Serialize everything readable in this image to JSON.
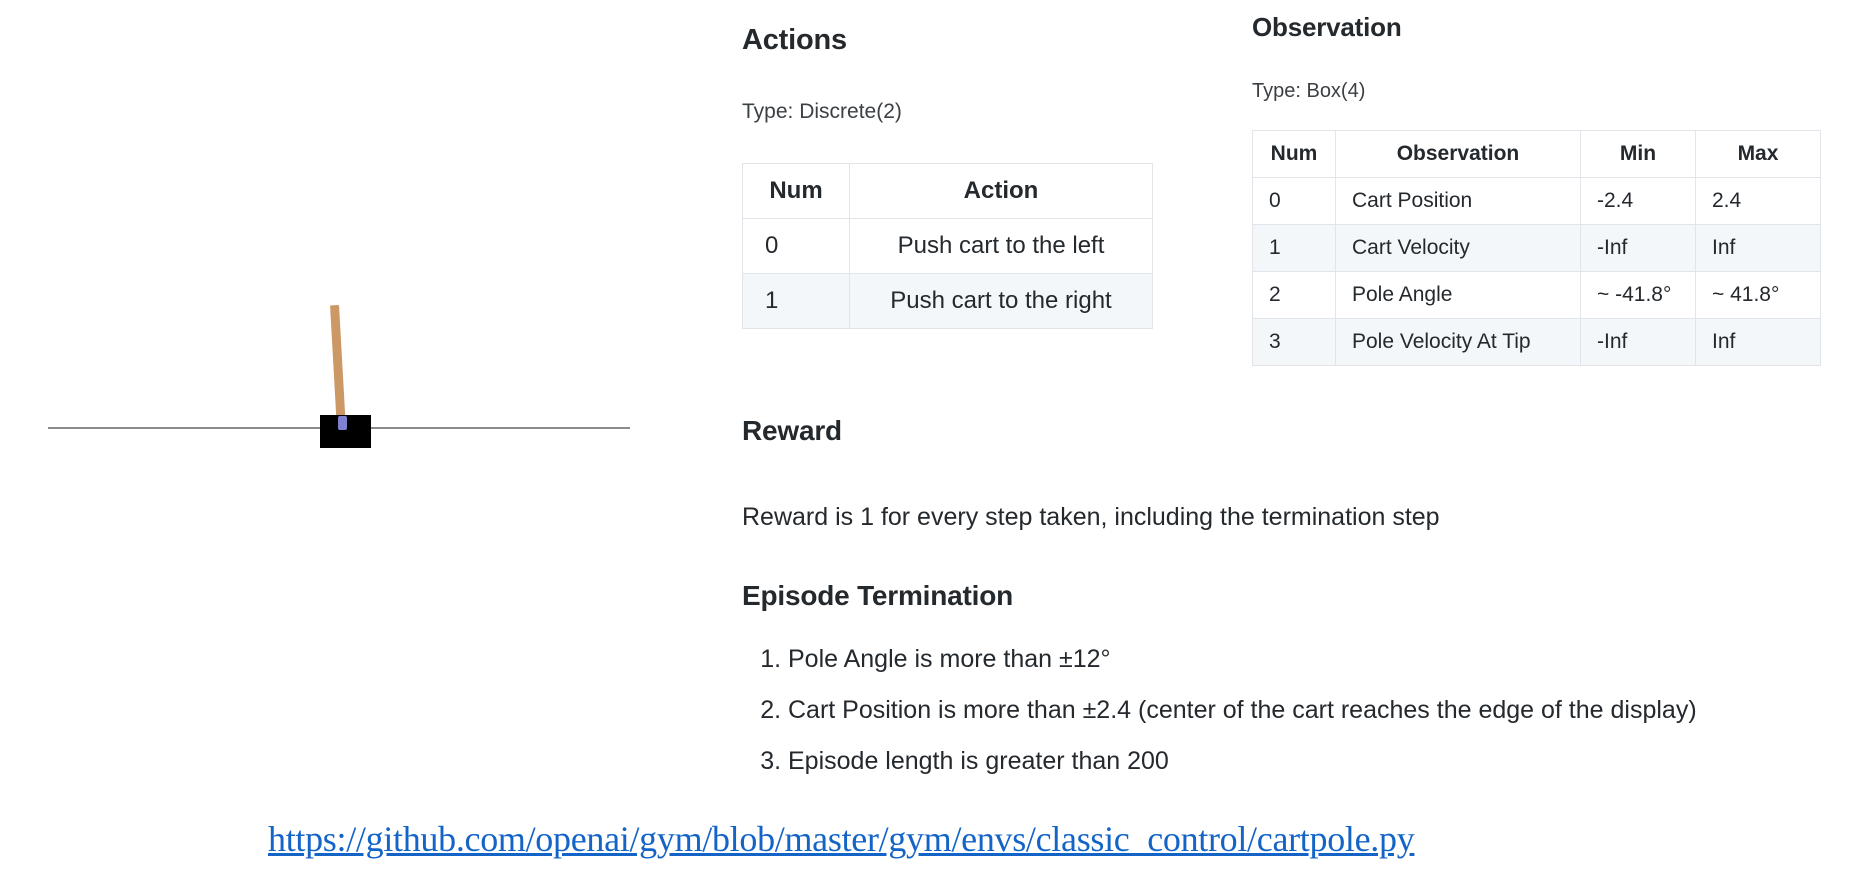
{
  "simulation": {
    "name": "cartpole-visualization",
    "cart_color": "#000000",
    "pole_color": "#cc9966",
    "axle_color": "#8080d0",
    "track_color": "#8c8c8c",
    "pole_tilt_degrees": -3.2
  },
  "actions": {
    "heading": "Actions",
    "type_label": "Type: Discrete(2)",
    "columns": [
      "Num",
      "Action"
    ],
    "rows": [
      {
        "num": "0",
        "action": "Push cart to the left"
      },
      {
        "num": "1",
        "action": "Push cart to the right"
      }
    ]
  },
  "observation": {
    "heading": "Observation",
    "type_label": "Type: Box(4)",
    "columns": [
      "Num",
      "Observation",
      "Min",
      "Max"
    ],
    "rows": [
      {
        "num": "0",
        "observation": "Cart Position",
        "min": "-2.4",
        "max": "2.4"
      },
      {
        "num": "1",
        "observation": "Cart Velocity",
        "min": "-Inf",
        "max": "Inf"
      },
      {
        "num": "2",
        "observation": "Pole Angle",
        "min": "~ -41.8°",
        "max": "~ 41.8°"
      },
      {
        "num": "3",
        "observation": "Pole Velocity At Tip",
        "min": "-Inf",
        "max": "Inf"
      }
    ]
  },
  "reward": {
    "heading": "Reward",
    "text": "Reward is 1 for every step taken, including the termination step"
  },
  "termination": {
    "heading": "Episode Termination",
    "items": [
      "Pole Angle is more than ±12°",
      "Cart Position is more than ±2.4 (center of the cart reaches the edge of the display)",
      "Episode length is greater than 200"
    ]
  },
  "footer": {
    "link_text": "https://github.com/openai/gym/blob/master/gym/envs/classic_control/cartpole.py",
    "link_color": "#1464c8"
  }
}
